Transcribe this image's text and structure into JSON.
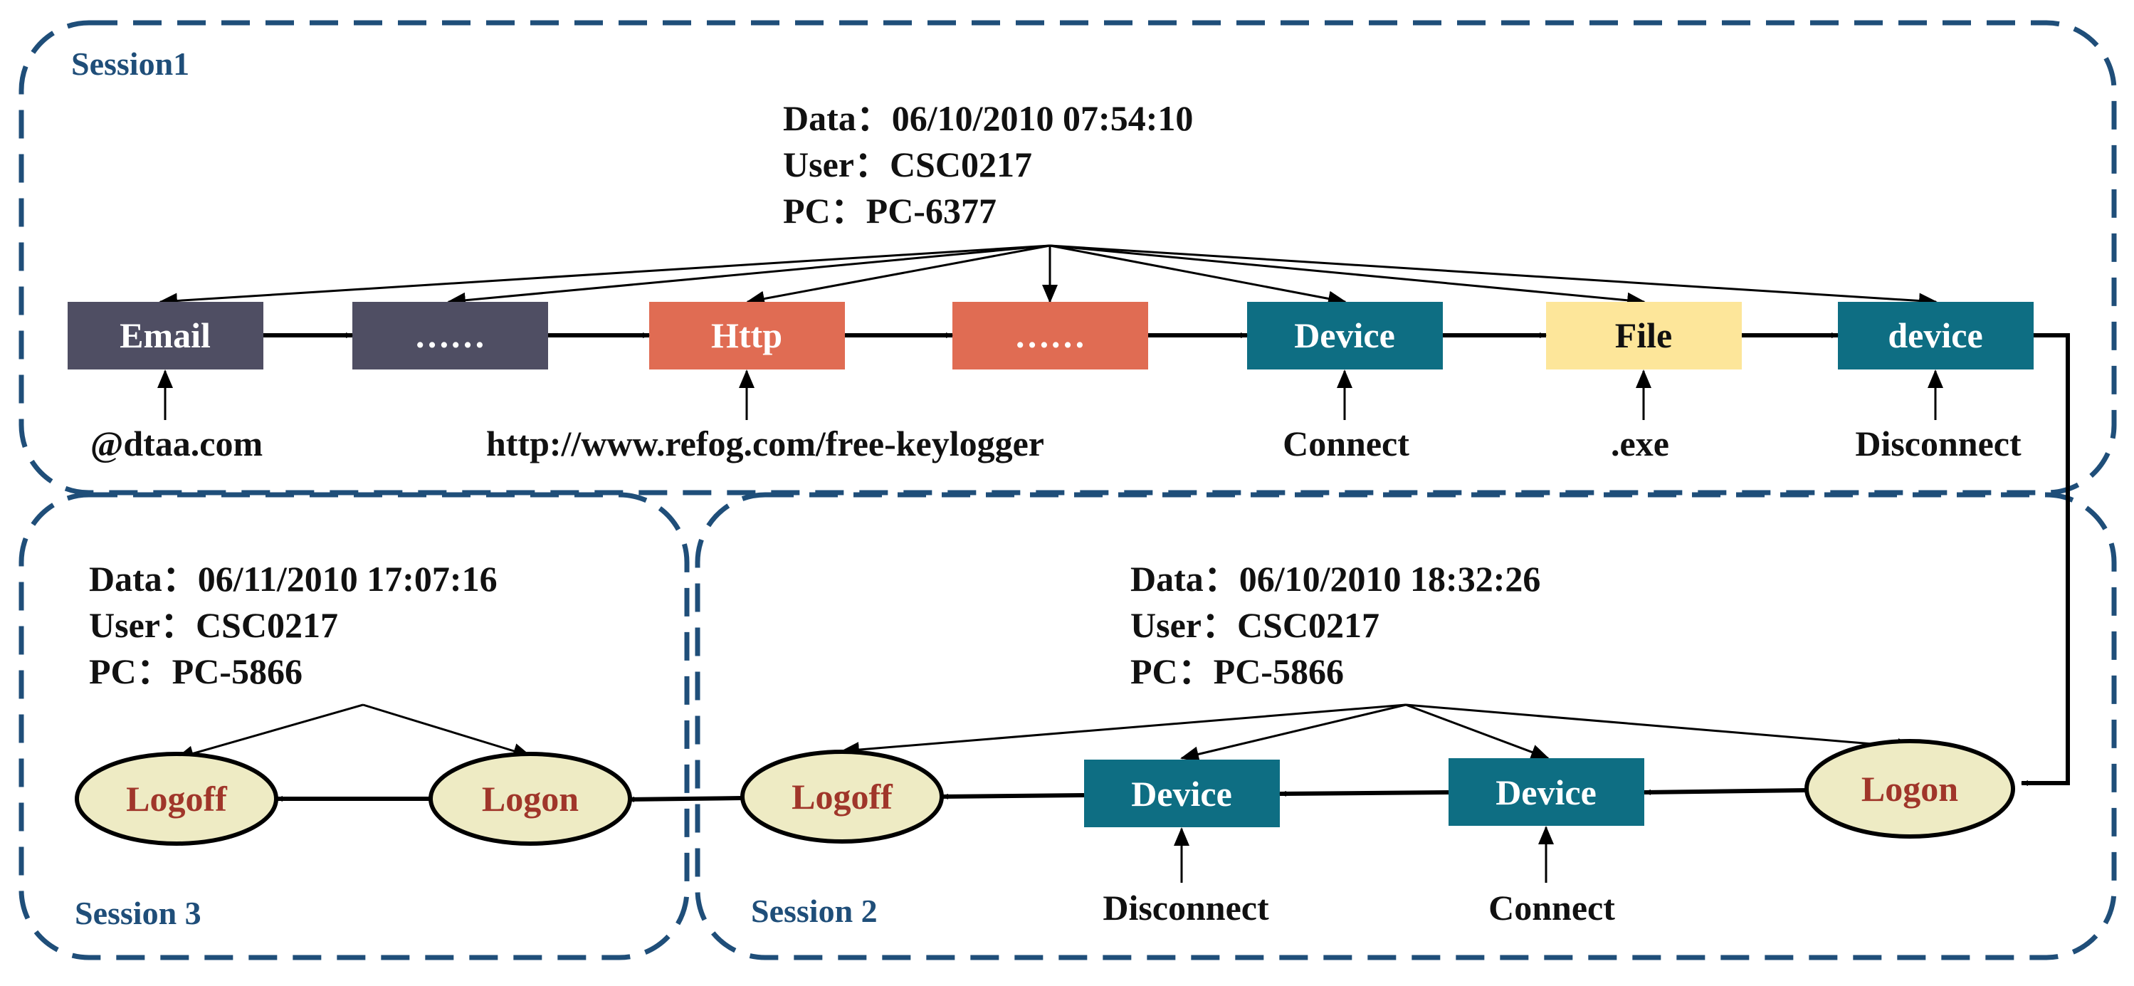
{
  "colors": {
    "session_border": "#1F4E79",
    "email": "#4F4E63",
    "http": "#E06C53",
    "device": "#0E6E83",
    "file": "#FDE69A",
    "logon_fill": "#EEEBC4",
    "logon_text": "#A0362A",
    "arrow": "#000000"
  },
  "sessions": [
    {
      "label": "Session1",
      "info": {
        "date": "Data：06/10/2010 07:54:10",
        "user": "User：CSC0217",
        "pc": "PC：PC-6377"
      },
      "nodes": [
        {
          "id": "email",
          "label": "Email",
          "shape": "rect",
          "fill": "#4F4E63",
          "text_color": "#FFFFFF"
        },
        {
          "id": "ellipsis-1",
          "label": "……",
          "shape": "rect",
          "fill": "#4F4E63",
          "text_color": "#FFFFFF"
        },
        {
          "id": "http",
          "label": "Http",
          "shape": "rect",
          "fill": "#E06C53",
          "text_color": "#FFFFFF"
        },
        {
          "id": "ellipsis-2",
          "label": "……",
          "shape": "rect",
          "fill": "#E06C53",
          "text_color": "#FFFFFF"
        },
        {
          "id": "device-1",
          "label": "Device",
          "shape": "rect",
          "fill": "#0E6E83",
          "text_color": "#FFFFFF"
        },
        {
          "id": "file",
          "label": "File",
          "shape": "rect",
          "fill": "#FDE69A",
          "text_color": "#111111"
        },
        {
          "id": "device-2",
          "label": "device",
          "shape": "rect",
          "fill": "#0E6E83",
          "text_color": "#FFFFFF"
        }
      ],
      "notes": [
        {
          "target": "email",
          "text": "@dtaa.com"
        },
        {
          "target": "http",
          "text": "http://www.refog.com/free-keylogger"
        },
        {
          "target": "device-1",
          "text": "Connect"
        },
        {
          "target": "file",
          "text": ".exe"
        },
        {
          "target": "device-2",
          "text": "Disconnect"
        }
      ]
    },
    {
      "label": "Session 2",
      "info": {
        "date": "Data：06/10/2010 18:32:26",
        "user": "User：CSC0217",
        "pc": "PC：PC-5866"
      },
      "nodes": [
        {
          "id": "logon-2",
          "label": "Logon",
          "shape": "ellipse"
        },
        {
          "id": "device-3",
          "label": "Device",
          "shape": "rect",
          "fill": "#0E6E83",
          "text_color": "#FFFFFF"
        },
        {
          "id": "device-4",
          "label": "Device",
          "shape": "rect",
          "fill": "#0E6E83",
          "text_color": "#FFFFFF"
        },
        {
          "id": "logoff-2",
          "label": "Logoff",
          "shape": "ellipse"
        }
      ],
      "notes": [
        {
          "target": "device-3",
          "text": "Connect"
        },
        {
          "target": "device-4",
          "text": "Disconnect"
        }
      ]
    },
    {
      "label": "Session 3",
      "info": {
        "date": "Data：06/11/2010 17:07:16",
        "user": "User：CSC0217",
        "pc": "PC：PC-5866"
      },
      "nodes": [
        {
          "id": "logon-3",
          "label": "Logon",
          "shape": "ellipse"
        },
        {
          "id": "logoff-3",
          "label": "Logoff",
          "shape": "ellipse"
        }
      ],
      "notes": []
    }
  ]
}
